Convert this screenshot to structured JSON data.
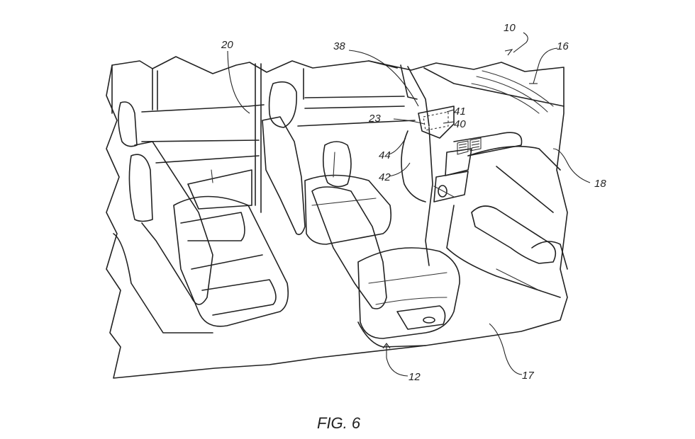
{
  "figure": {
    "caption": "FIG. 6",
    "subject": "vehicle interior with reconfigurable seating and display",
    "labels": [
      {
        "id": "ref-10",
        "text": "10"
      },
      {
        "id": "ref-16",
        "text": "16"
      },
      {
        "id": "ref-20",
        "text": "20"
      },
      {
        "id": "ref-38",
        "text": "38"
      },
      {
        "id": "ref-23",
        "text": "23"
      },
      {
        "id": "ref-41",
        "text": "41"
      },
      {
        "id": "ref-40",
        "text": "40"
      },
      {
        "id": "ref-44",
        "text": "44"
      },
      {
        "id": "ref-42",
        "text": "42"
      },
      {
        "id": "ref-18",
        "text": "18"
      },
      {
        "id": "ref-12",
        "text": "12"
      },
      {
        "id": "ref-17",
        "text": "17"
      }
    ]
  }
}
